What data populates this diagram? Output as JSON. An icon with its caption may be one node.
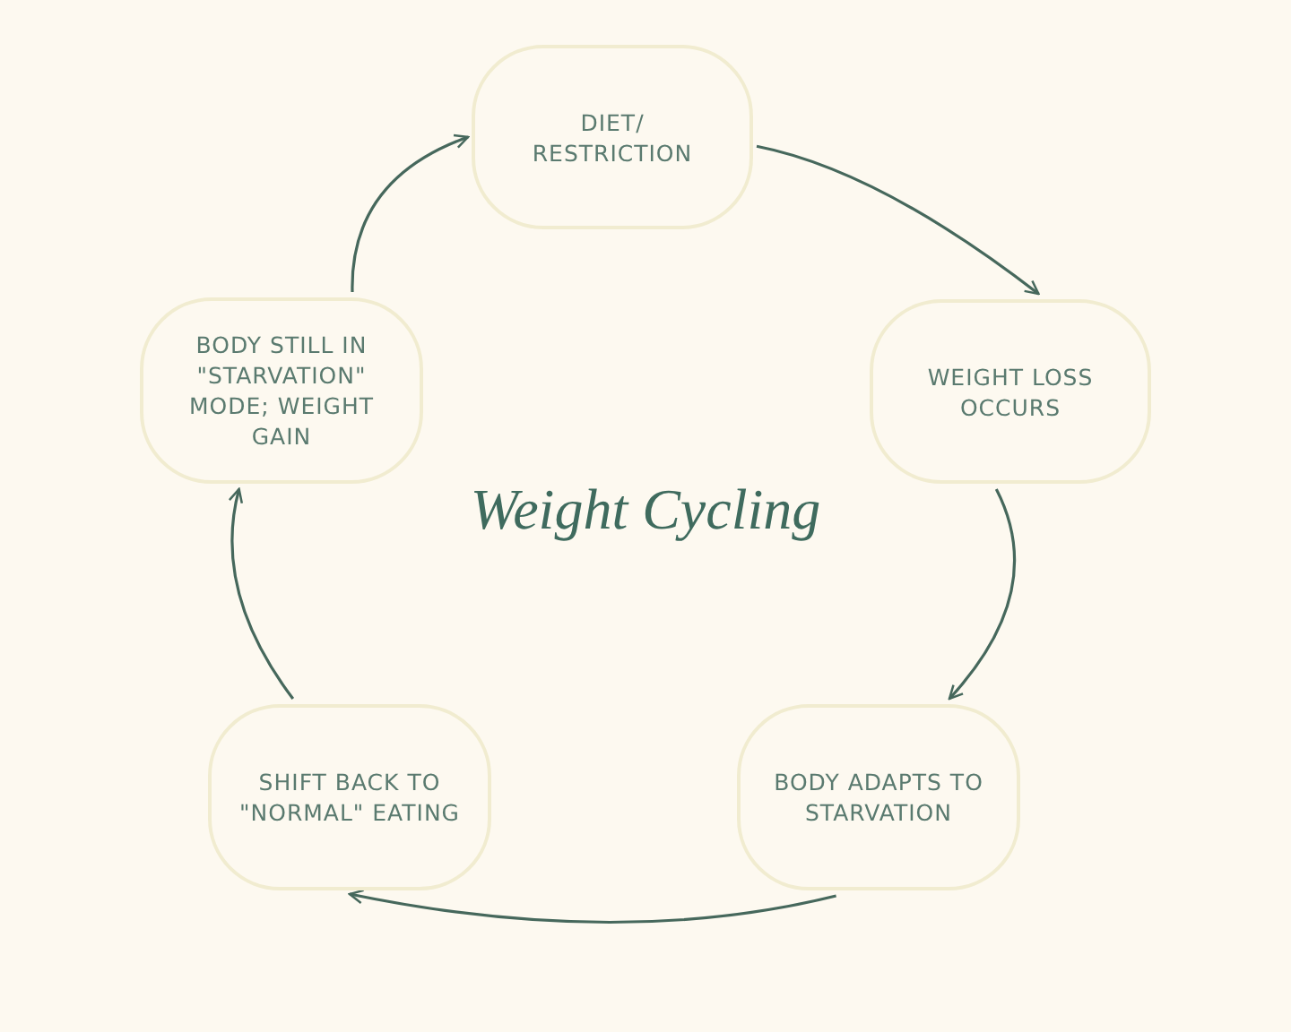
{
  "diagram": {
    "title": "Weight Cycling",
    "nodes": [
      {
        "text": [
          "DIET/ RESTRICTION"
        ]
      },
      {
        "text": [
          "WEIGHT LOSS OCCURS"
        ]
      },
      {
        "text": [
          "BODY ADAPTS TO STARVATION"
        ]
      },
      {
        "text": [
          "SHIFT BACK TO \"NORMAL\" EATING"
        ]
      },
      {
        "text": [
          "BODY STILL IN \"STARVATION\" MODE; WEIGHT GAIN"
        ]
      }
    ],
    "edges": [
      {
        "from": 0,
        "to": 1,
        "arrow": "to"
      },
      {
        "from": 1,
        "to": 2,
        "arrow": "to"
      },
      {
        "from": 2,
        "to": 3,
        "arrow": "to"
      },
      {
        "from": 3,
        "to": 4,
        "arrow": "to"
      },
      {
        "from": 4,
        "to": 0,
        "arrow": "to"
      }
    ]
  }
}
